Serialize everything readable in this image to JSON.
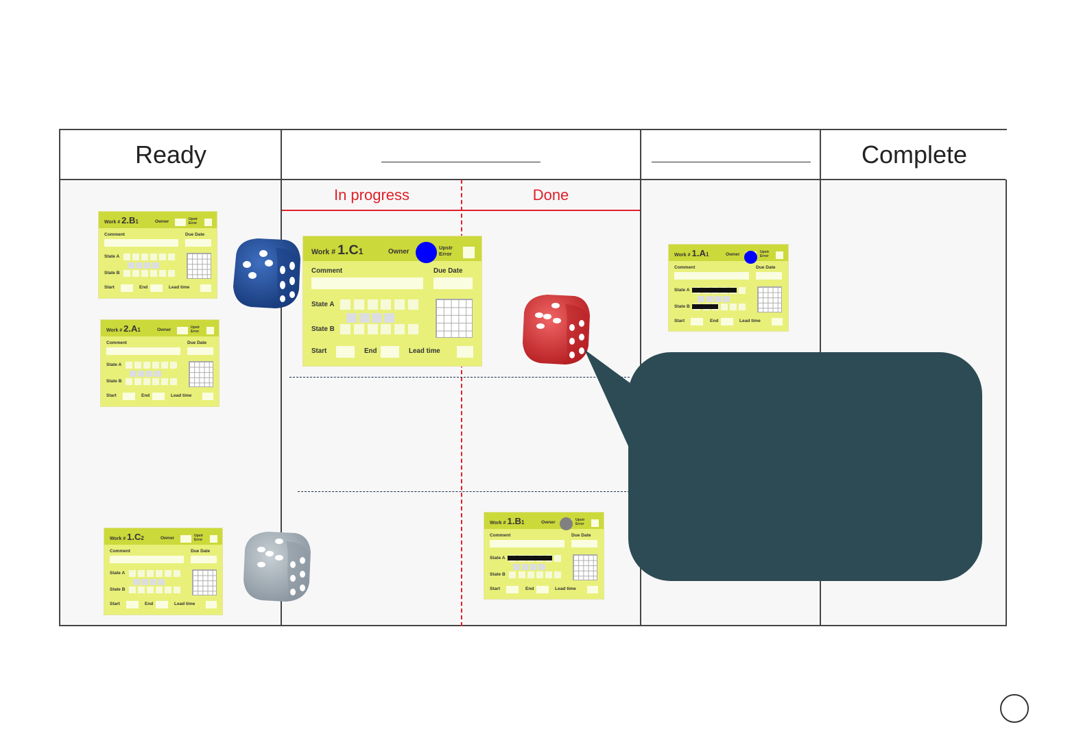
{
  "board": {
    "columns": [
      {
        "name": "Ready"
      },
      {
        "name": ""
      },
      {
        "name": ""
      },
      {
        "name": "Complete"
      }
    ],
    "sub_columns": {
      "in_progress": "In progress",
      "done": "Done"
    }
  },
  "colors": {
    "card_bg": "#e8f07a",
    "card_header": "#ccd93a",
    "subcolumn_label": "#e0202a",
    "bubble": "#2d4b54",
    "token_blue": "#0000ff",
    "token_gray": "#808080",
    "die_blue": "#1f4f9a",
    "die_red": "#d43a3a",
    "die_gray": "#a7b2b8"
  },
  "card_labels": {
    "work": "Work #",
    "owner": "Owner",
    "upstr": "Upstr",
    "error": "Error",
    "comment": "Comment",
    "due_date": "Due Date",
    "state_a": "State A",
    "state_b": "State B",
    "start": "Start",
    "end": "End",
    "lead_time": "Lead time"
  },
  "cards": [
    {
      "id": "2.B",
      "sub": "1"
    },
    {
      "id": "2.A",
      "sub": "1"
    },
    {
      "id": "1.C",
      "sub": "2"
    },
    {
      "id": "1.C",
      "sub": "1"
    },
    {
      "id": "1.B",
      "sub": "1"
    },
    {
      "id": "1.A",
      "sub": "1"
    }
  ],
  "dice": [
    {
      "color": "blue",
      "icon": "die-four-icon"
    },
    {
      "color": "red",
      "icon": "die-five-icon"
    },
    {
      "color": "gray",
      "icon": "die-three-icon"
    }
  ],
  "bubble": {
    "text": ""
  }
}
